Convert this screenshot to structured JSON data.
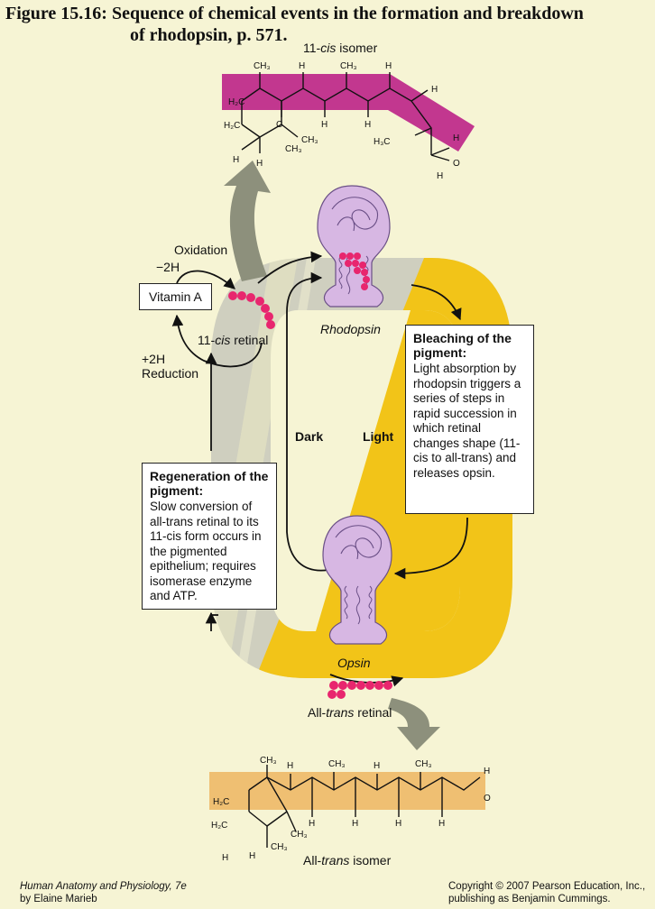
{
  "title": {
    "line1": "Figure 15.16: Sequence of chemical events in the formation and breakdown",
    "line2": "of rhodopsin, p. 571."
  },
  "isomer_top": {
    "label_prefix": "11-",
    "label_italic": "cis",
    "label_suffix": " isomer"
  },
  "isomer_bottom": {
    "label_prefix": "All-",
    "label_italic": "trans",
    "label_suffix": " isomer"
  },
  "labels": {
    "oxidation": "Oxidation",
    "minus2h": "−2H",
    "plus2h": "+2H",
    "reduction": "Reduction",
    "vitamin_a": "Vitamin A",
    "cis_retinal_prefix": "11-",
    "cis_retinal_italic": "cis",
    "cis_retinal_suffix": " retinal",
    "rhodopsin": "Rhodopsin",
    "opsin": "Opsin",
    "dark": "Dark",
    "light": "Light",
    "all_trans_prefix": "All-",
    "all_trans_italic": "trans",
    "all_trans_suffix": " retinal"
  },
  "bleaching": {
    "heading": "Bleaching of the pigment:",
    "body": "Light absorption by rhodopsin triggers a series of steps in rapid succession in which retinal changes shape (11-cis to all-trans) and releases opsin."
  },
  "regeneration": {
    "heading": "Regeneration of the pigment:",
    "body": "Slow conversion of all-trans retinal to its 11-cis form occurs in the pigmented epithelium; requires isomerase enzyme and ATP."
  },
  "footer": {
    "left_line1": "Human Anatomy and Physiology, 7e",
    "left_line2": "by Elaine Marieb",
    "right_line1": "Copyright © 2007 Pearson Education, Inc.,",
    "right_line2": "publishing as Benjamin Cummings."
  },
  "colors": {
    "background": "#f6f4d4",
    "gray_cycle": "#cfcfbf",
    "yellow_cycle": "#f2c418",
    "cis_band": "#c2378f",
    "trans_band": "#efbf72",
    "retinal_dots": "#e8266e",
    "protein": "#d7b7e3",
    "big_arrow": "#8d907c"
  }
}
